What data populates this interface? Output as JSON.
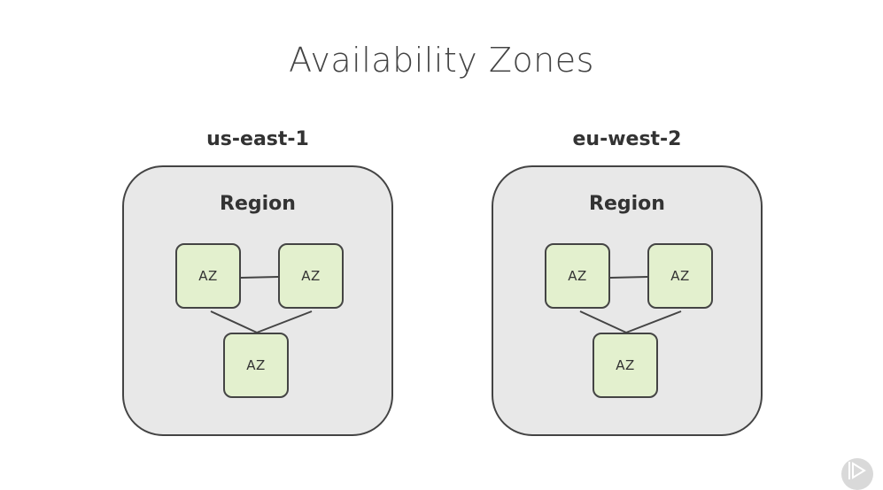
{
  "title": "Availability Zones",
  "regions": [
    {
      "name": "us-east-1",
      "box_label": "Region",
      "zones": [
        "AZ",
        "AZ",
        "AZ"
      ]
    },
    {
      "name": "eu-west-2",
      "box_label": "Region",
      "zones": [
        "AZ",
        "AZ",
        "AZ"
      ]
    }
  ],
  "colors": {
    "region_fill": "#e8e8e8",
    "zone_fill": "#e3f0ce",
    "outline": "#444444"
  },
  "icons": {
    "corner": "play-logo-icon"
  }
}
